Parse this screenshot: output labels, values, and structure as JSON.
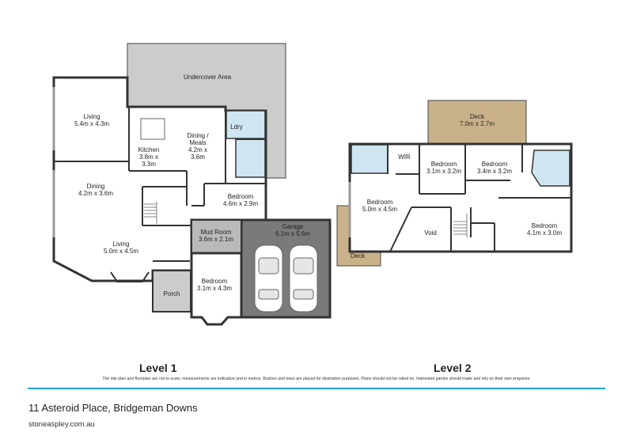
{
  "level1": {
    "title": "Level 1",
    "rooms": {
      "undercover": "Undercover Area",
      "living_top": [
        "Living",
        "5.4m x 4.3m"
      ],
      "kitchen": [
        "Kitchen",
        "3.8m x",
        "3.3m"
      ],
      "dining_meals": [
        "Dining /",
        "Meals",
        "4.2m x",
        "3.6m"
      ],
      "ldry": "Ldry",
      "dining": [
        "Dining",
        "4.2m x 3.6m"
      ],
      "bedroom_a": [
        "Bedroom",
        "4.6m x 2.9m"
      ],
      "mud_room": [
        "Mud Room",
        "3.6m x 2.1m"
      ],
      "garage": [
        "Garage",
        "6.1m x 5.6m"
      ],
      "living_bottom": [
        "Living",
        "5.0m x 4.5m"
      ],
      "porch": "Porch",
      "bedroom_b": [
        "Bedroom",
        "3.1m x 4.3m"
      ]
    }
  },
  "level2": {
    "title": "Level 2",
    "rooms": {
      "deck_top": [
        "Deck",
        "7.0m x 2.7m"
      ],
      "wir": "WIR",
      "bedroom_1": [
        "Bedroom",
        "3.1m x 3.2m"
      ],
      "bedroom_2": [
        "Bedroom",
        "3.4m x 3.2m"
      ],
      "bedroom_main": [
        "Bedroom",
        "5.0m x 4.5m"
      ],
      "void": "Void",
      "bedroom_3": [
        "Bedroom",
        "4.1m x 3.0m"
      ],
      "deck_side": "Deck"
    }
  },
  "disclaimer": "The site plan and floorplan are not to scale; measurements are indicative and in metres. Bushes and trees are placed for illustration purposes. Plans should not be relied on. Interested parties should make and rely on their own enquiries.",
  "address": "11 Asteroid Place, Bridgeman Downs",
  "website": "stoneaspley.com.au",
  "colors": {
    "undercover": "#cccccc",
    "garage": "#7a7a7a",
    "mud_room": "#b9b9b9",
    "porch": "#cccccc",
    "deck": "#c9b28a",
    "wet_area": "#cfe6f2",
    "accent_rule": "#1fa2c7"
  }
}
